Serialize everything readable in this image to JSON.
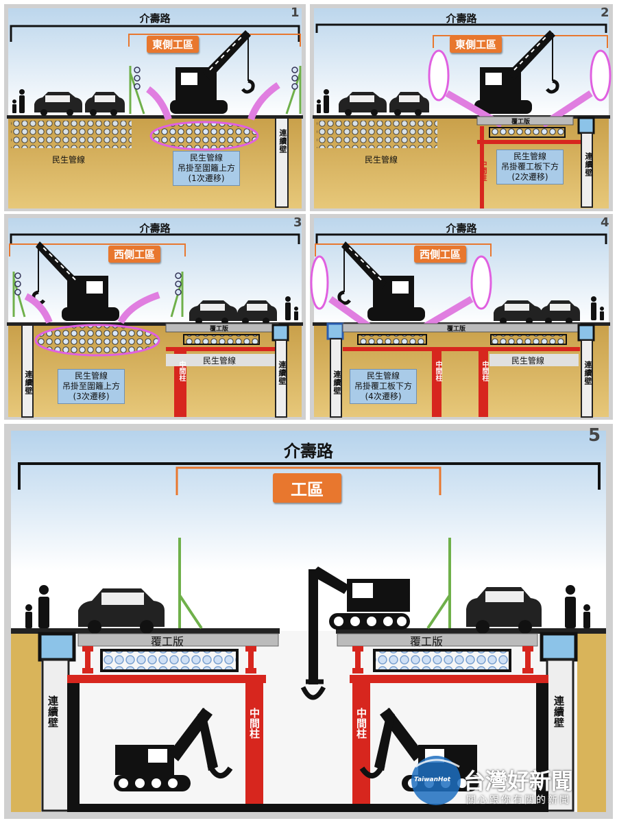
{
  "road_name": "介壽路",
  "panels": {
    "p1": {
      "number": "1",
      "zone": "東側工區",
      "pipes": "民生管線",
      "caption": [
        "民生管線",
        "吊掛至圍籬上方",
        "(1次遷移)"
      ],
      "wall": "連續壁"
    },
    "p2": {
      "number": "2",
      "zone": "東側工區",
      "pipes": "民生管線",
      "deck": "覆工版",
      "caption": [
        "民生管線",
        "吊掛覆工板下方",
        "(2次遷移)"
      ],
      "column": "中間柱",
      "wall": "連續壁"
    },
    "p3": {
      "number": "3",
      "zone": "西側工區",
      "deck": "覆工版",
      "pipes": "民生管線",
      "caption": [
        "民生管線",
        "吊掛至圍籬上方",
        "(3次遷移)"
      ],
      "column": "中間柱",
      "wall": "連續壁"
    },
    "p4": {
      "number": "4",
      "zone": "西側工區",
      "deck": "覆工版",
      "pipes": "民生管線",
      "caption": [
        "民生管線",
        "吊掛覆工板下方",
        "(4次遷移)"
      ],
      "column": "中間柱",
      "wall": "連續壁"
    },
    "p5": {
      "number": "5",
      "zone": "工區",
      "deck": "覆工版",
      "column": "中間柱",
      "wall": "連續壁"
    }
  },
  "watermark": {
    "brand": "台灣好新聞",
    "tagline": "關心跟你有關的新聞",
    "logo_text": "TaiwanHot"
  },
  "colors": {
    "sky": "#cfe3f3",
    "soil": "#d9b45a",
    "zone": "#e8772e",
    "column": "#d7261e",
    "fence": "#6fb04a",
    "pipes_cloud": "#e060e0"
  }
}
